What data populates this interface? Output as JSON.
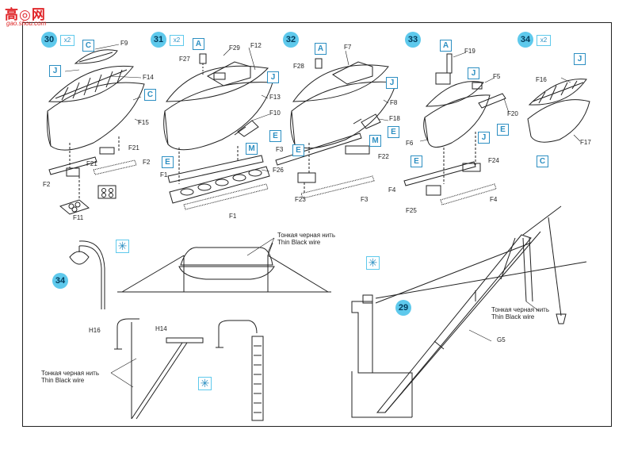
{
  "watermark": {
    "glyphs": "高◎网",
    "url": "gao.shou.com"
  },
  "steps": [
    {
      "number": "30",
      "qty": "x2"
    },
    {
      "number": "31",
      "qty": "x2"
    },
    {
      "number": "32"
    },
    {
      "number": "33"
    },
    {
      "number": "34",
      "qty": "x2"
    }
  ],
  "callouts": {
    "s30": [
      "C",
      "J",
      "C"
    ],
    "s31": [
      "A",
      "J",
      "E",
      "M",
      "E"
    ],
    "s32": [
      "A",
      "J",
      "E",
      "M",
      "E"
    ],
    "s33": [
      "A",
      "J",
      "E",
      "J",
      "E"
    ],
    "s34": [
      "J",
      "C"
    ]
  },
  "part_labels": {
    "s30": [
      "F9",
      "F14",
      "F15",
      "F21",
      "F2",
      "F21",
      "F2",
      "F11"
    ],
    "s31": [
      "F29",
      "F12",
      "F27",
      "F13",
      "F10",
      "F26",
      "F1",
      "F1"
    ],
    "s32": [
      "F7",
      "F28",
      "F8",
      "F18",
      "F3",
      "F22",
      "F23",
      "F3"
    ],
    "s33": [
      "F19",
      "F5",
      "F20",
      "F6",
      "F24",
      "F4",
      "F25",
      "F4"
    ],
    "s34": [
      "F16",
      "F17"
    ]
  },
  "lower": {
    "lamp_ref": "34",
    "crane_ref": "29",
    "h_labels": [
      "H16",
      "H14"
    ],
    "g_label": "G5",
    "star": "✳",
    "wire_note_ru": "Тонкая черная нить",
    "wire_note_en": "Thin Black wire"
  }
}
